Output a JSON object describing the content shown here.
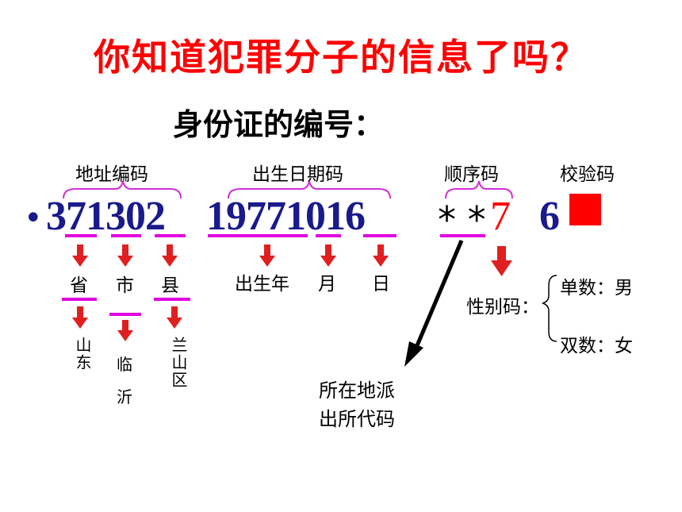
{
  "title": "你知道犯罪分子的信息了吗？",
  "subtitle": "身份证的编号：",
  "groups": {
    "address": "地址编码",
    "birth": "出生日期码",
    "sequence": "顺序码",
    "check": "校验码"
  },
  "id_number": {
    "bullet": "•",
    "address_code": "371302",
    "birth_code": "19771016",
    "stars": "* *",
    "sequence_digit": "7",
    "check_digit": "6"
  },
  "address_parts": {
    "province": "省",
    "city": "市",
    "county": "县",
    "province_name": "山东",
    "city_name_1": "临",
    "city_name_2": "沂",
    "county_name": "兰山区"
  },
  "birth_parts": {
    "year": "出生年",
    "month": "月",
    "day": "日"
  },
  "sequence_parts": {
    "station": "所在地派出所代码",
    "station_line1": "所在地派",
    "station_line2": "出所代码",
    "gender_label": "性别码：",
    "odd": "单数：男",
    "even": "双数：女"
  }
}
